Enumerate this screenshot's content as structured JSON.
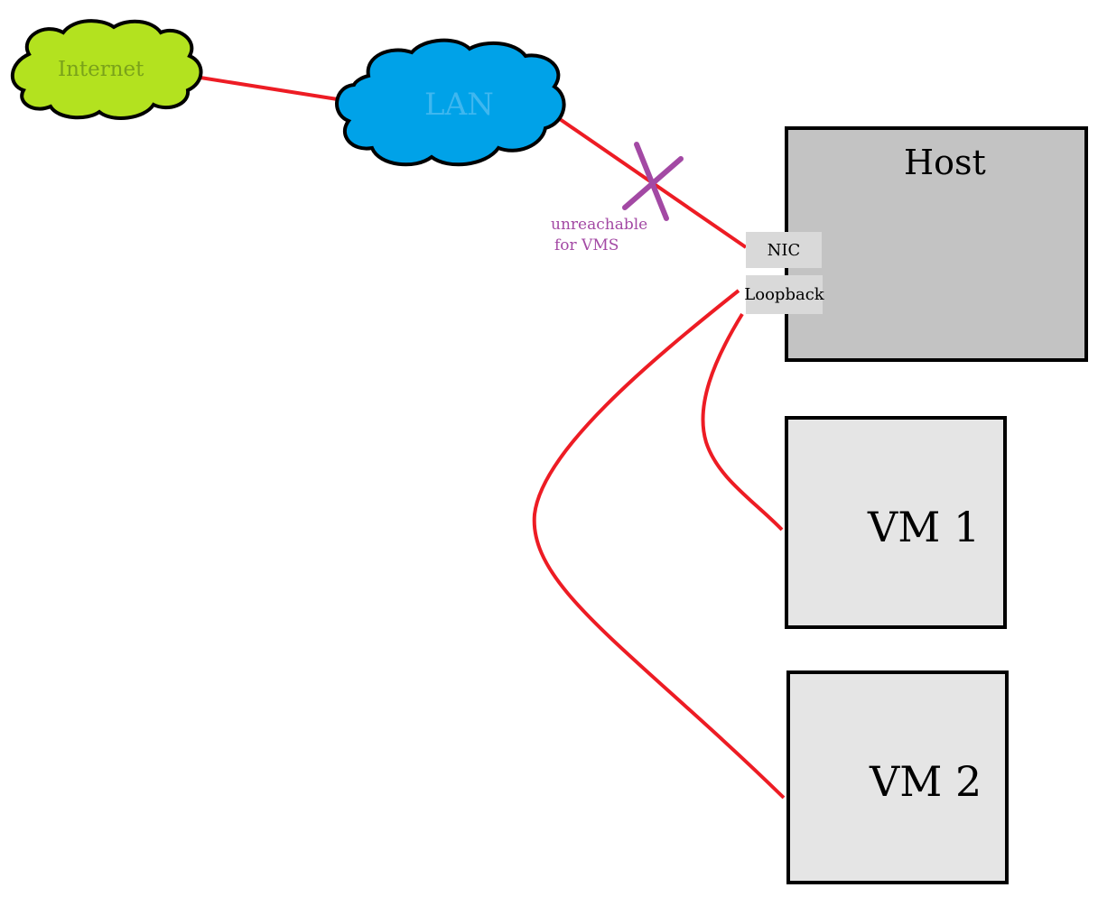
{
  "clouds": {
    "internet": {
      "label": "Internet",
      "fill": "#b3e21f",
      "text_color": "#7aa21a"
    },
    "lan": {
      "label": "LAN",
      "fill": "#00a2e8",
      "text_color": "#3fb7ef"
    }
  },
  "host": {
    "label": "Host",
    "fill": "#c3c3c3"
  },
  "nic": {
    "label": "NIC"
  },
  "loopback": {
    "label": "Loopback"
  },
  "vm1": {
    "label": "VM 1",
    "fill": "#e5e5e5"
  },
  "vm2": {
    "label": "VM 2",
    "fill": "#e5e5e5"
  },
  "annotation": {
    "line1": "unreachable",
    "line2": "for VMS",
    "color": "#a349a4"
  },
  "colors": {
    "link": "#ed1c24",
    "cross": "#a349a4"
  }
}
